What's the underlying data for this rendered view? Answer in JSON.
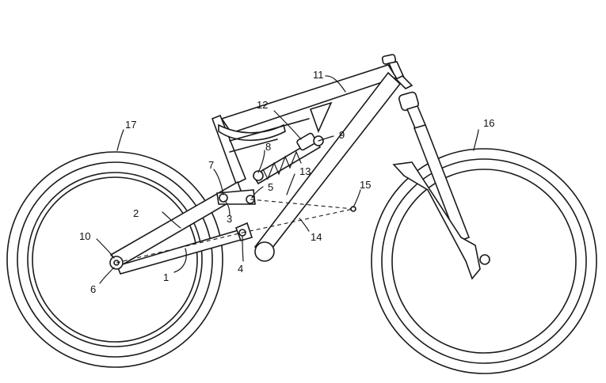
{
  "labels": {
    "n1": "1",
    "n2": "2",
    "n3": "3",
    "n4": "4",
    "n5": "5",
    "n6": "6",
    "n7": "7",
    "n8": "8",
    "n9": "9",
    "n10": "10",
    "n11": "11",
    "n12": "12",
    "n13": "13",
    "n14": "14",
    "n15": "15",
    "n16": "16",
    "n17": "17"
  },
  "colors": {
    "line": "#1a1a1a",
    "background": "#ffffff"
  }
}
